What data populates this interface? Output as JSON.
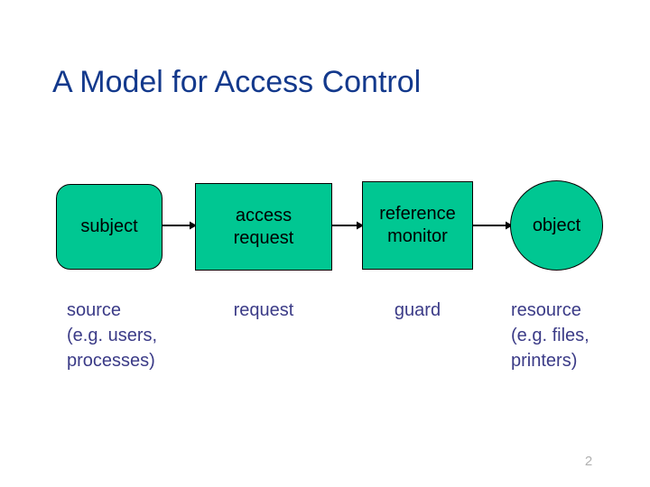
{
  "slide": {
    "title": "A Model for Access Control",
    "page_number": "2",
    "background_color": "#ffffff",
    "title_color": "#13398c",
    "node_fill_color": "#00c792",
    "node_border_color": "#000000",
    "node_text_color": "#000000",
    "caption_color": "#3b3b87",
    "arrow_color": "#000000",
    "page_number_color": "#b0b0b0"
  },
  "diagram": {
    "type": "flow",
    "nodes": [
      {
        "id": "subject",
        "shape": "rounded-rectangle",
        "label": "subject",
        "caption_lines": [
          "source",
          "(e.g. users,",
          "processes)"
        ]
      },
      {
        "id": "access-request",
        "shape": "rectangle",
        "label_lines": [
          "access",
          "request"
        ],
        "caption_lines": [
          "request"
        ]
      },
      {
        "id": "reference-monitor",
        "shape": "rectangle",
        "label_lines": [
          "reference",
          "monitor"
        ],
        "caption_lines": [
          "guard"
        ]
      },
      {
        "id": "object",
        "shape": "ellipse",
        "label": "object",
        "caption_lines": [
          "resource",
          "(e.g. files,",
          "printers)"
        ]
      }
    ],
    "edges": [
      {
        "id": "subject-to-request",
        "from": "subject",
        "to": "access-request",
        "style": "solid-arrow"
      },
      {
        "id": "request-to-monitor",
        "from": "access-request",
        "to": "reference-monitor",
        "style": "solid-arrow"
      },
      {
        "id": "monitor-to-object",
        "from": "reference-monitor",
        "to": "object",
        "style": "solid-arrow"
      }
    ]
  },
  "labels": {
    "subject": "subject",
    "access": "access",
    "request": "request",
    "reference": "reference",
    "monitor": "monitor",
    "object": "object"
  },
  "captions": {
    "source_1": "source",
    "source_2": "(e.g. users,",
    "source_3": "processes)",
    "request_1": "request",
    "guard_1": "guard",
    "resource_1": "resource",
    "resource_2": "(e.g. files,",
    "resource_3": "printers)"
  }
}
